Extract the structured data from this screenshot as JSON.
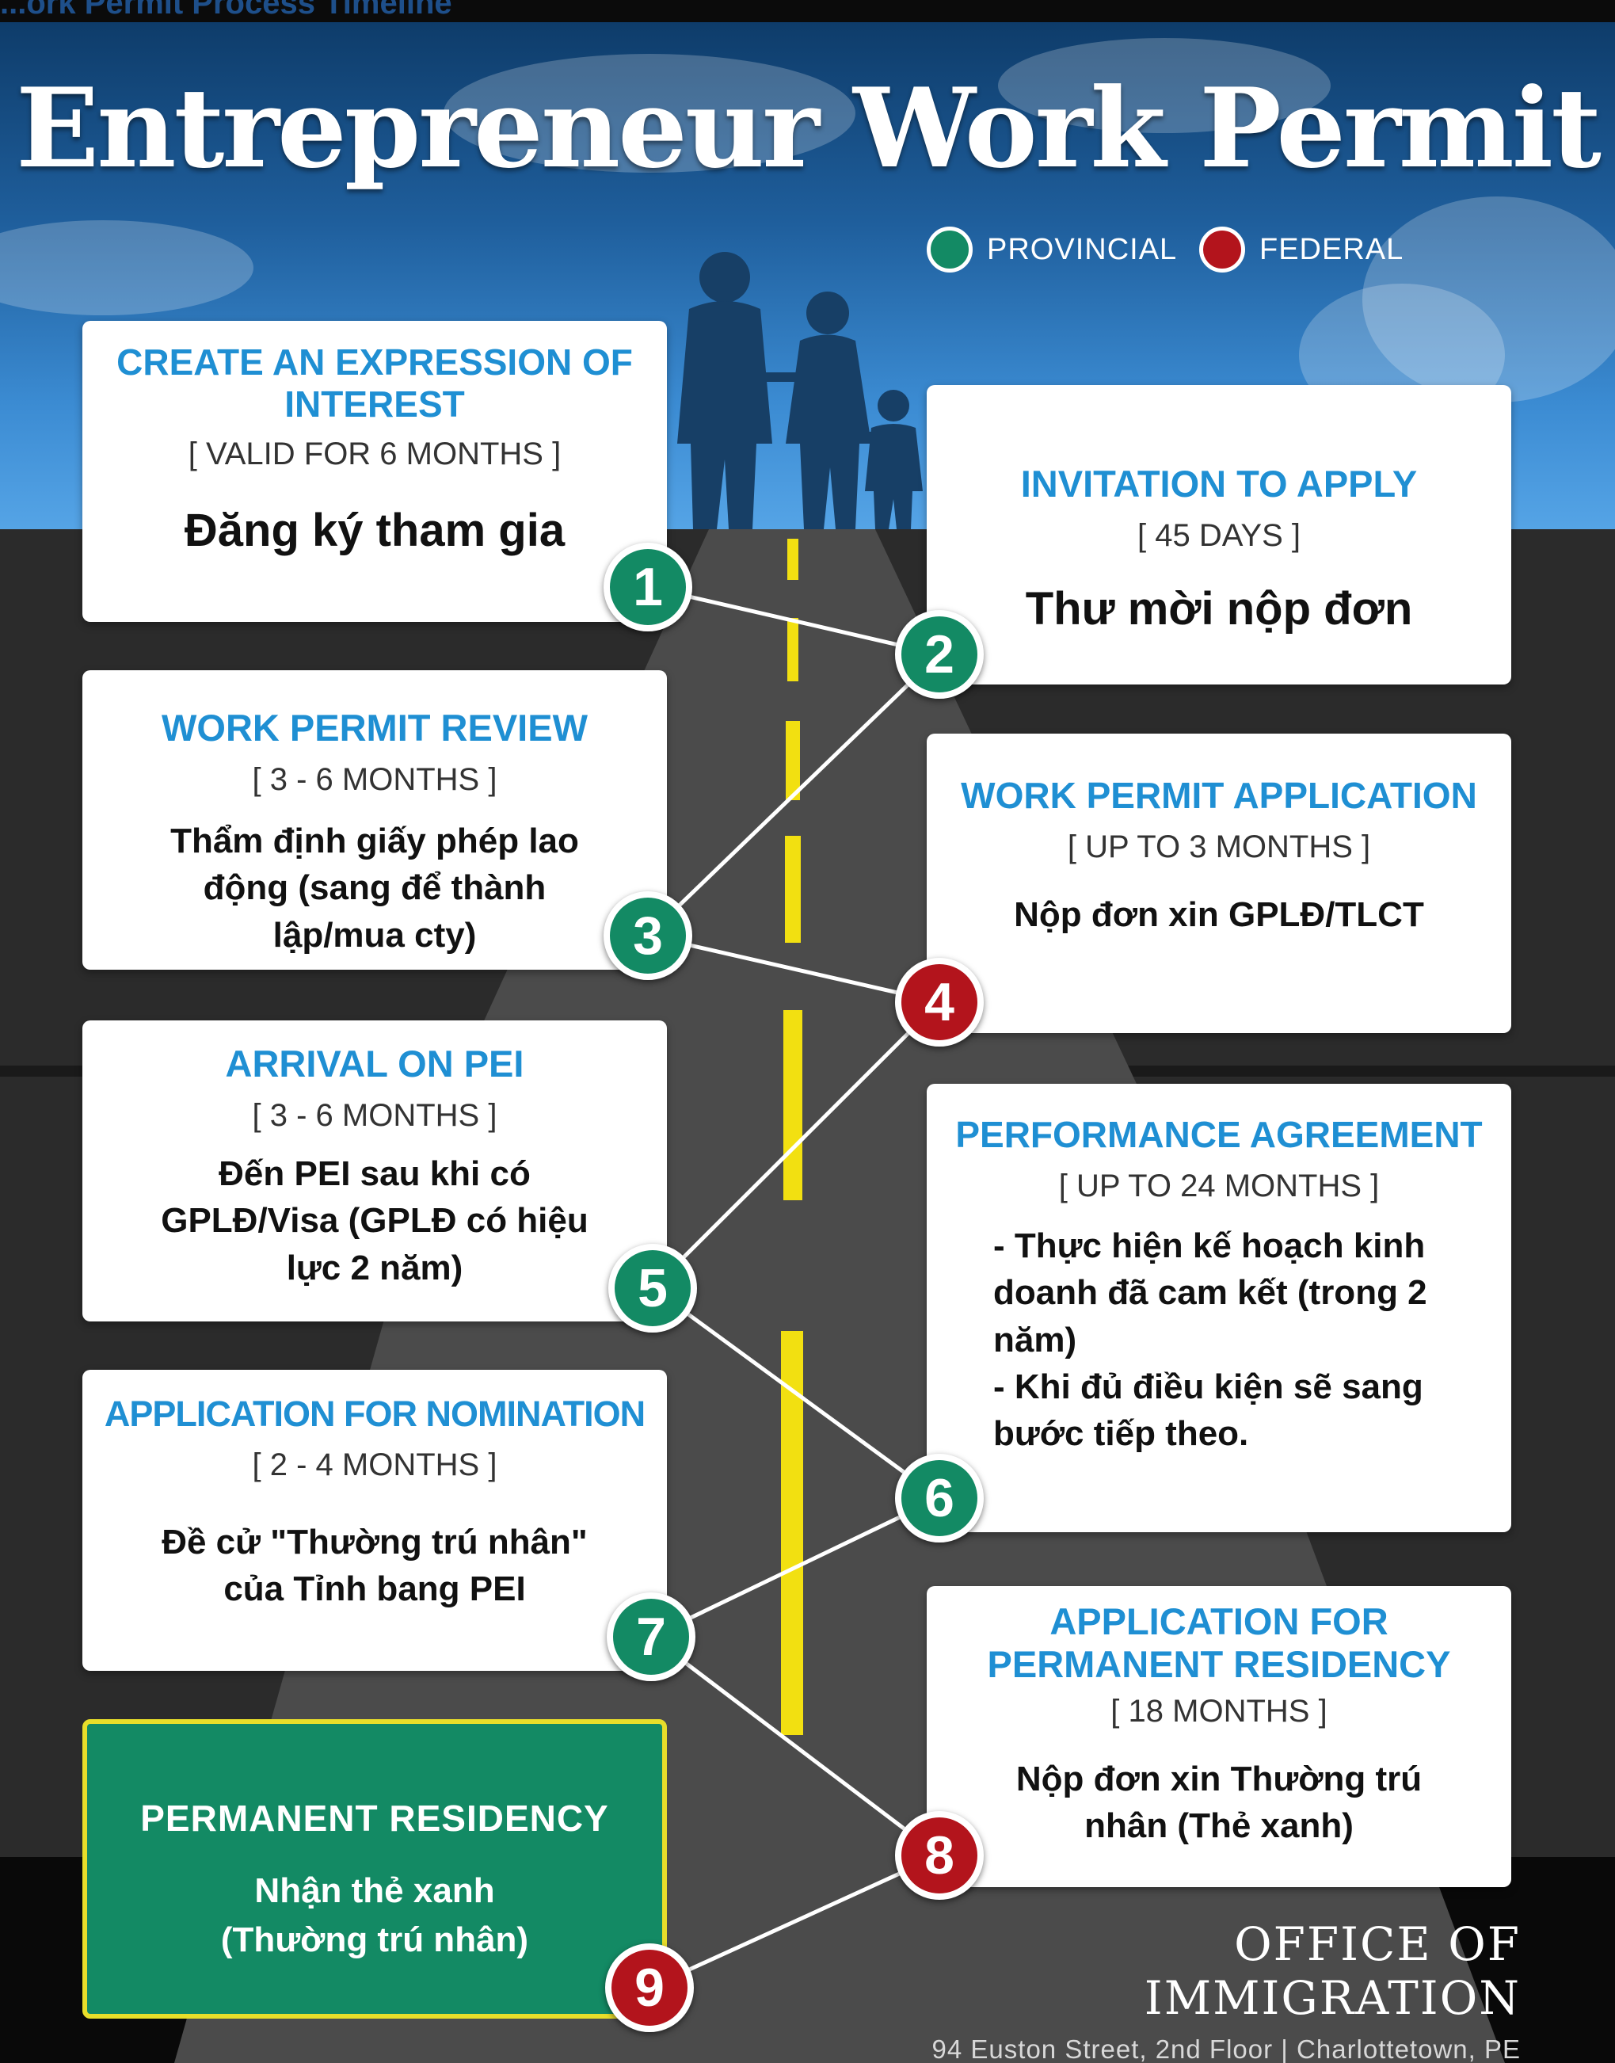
{
  "header_fragment": "...ork Permit Process Timeline",
  "title": "Entrepreneur Work Permit",
  "colors": {
    "provincial": "#138a64",
    "federal": "#b3141c",
    "heading_blue": "#1f8fd3",
    "final_border": "#e8de2a"
  },
  "legend": [
    {
      "label": "PROVINCIAL",
      "color": "#138a64"
    },
    {
      "label": "FEDERAL",
      "color": "#b3141c"
    }
  ],
  "steps": [
    {
      "number": "1",
      "title": "CREATE AN EXPRESSION OF INTEREST",
      "subtitle": "[ VALID FOR 6 MONTHS ]",
      "vietnamese": "Đăng ký tham gia",
      "level": "provincial"
    },
    {
      "number": "2",
      "title": "INVITATION TO APPLY",
      "subtitle": "[ 45 DAYS ]",
      "vietnamese": "Thư mời nộp đơn",
      "level": "provincial"
    },
    {
      "number": "3",
      "title": "WORK PERMIT REVIEW",
      "subtitle": "[ 3 - 6 MONTHS ]",
      "vietnamese": "Thẩm định giấy phép lao động (sang để thành lập/mua cty)",
      "level": "provincial"
    },
    {
      "number": "4",
      "title": "WORK PERMIT APPLICATION",
      "subtitle": "[ UP TO 3 MONTHS ]",
      "vietnamese": "Nộp đơn xin GPLĐ/TLCT",
      "level": "federal"
    },
    {
      "number": "5",
      "title": "ARRIVAL ON PEI",
      "subtitle": "[ 3 - 6 MONTHS ]",
      "vietnamese": "Đến PEI sau khi có GPLĐ/Visa (GPLĐ có hiệu lực 2 năm)",
      "level": "provincial"
    },
    {
      "number": "6",
      "title": "PERFORMANCE AGREEMENT",
      "subtitle": "[ UP TO 24 MONTHS ]",
      "vietnamese": "- Thực hiện kế hoạch kinh doanh đã cam kết (trong 2 năm)\n- Khi đủ điều kiện sẽ sang bước tiếp theo.",
      "level": "provincial"
    },
    {
      "number": "7",
      "title": "APPLICATION FOR NOMINATION",
      "subtitle": "[ 2 - 4 MONTHS ]",
      "vietnamese": "Đề cử \"Thường trú nhân\" của Tỉnh bang PEI",
      "level": "provincial"
    },
    {
      "number": "8",
      "title": "APPLICATION FOR PERMANENT RESIDENCY",
      "subtitle": "[ 18 MONTHS ]",
      "vietnamese": "Nộp đơn xin Thường trú nhân (Thẻ xanh)",
      "level": "federal"
    },
    {
      "number": "9",
      "title": "PERMANENT RESIDENCY",
      "subtitle": "",
      "vietnamese": "Nhận thẻ xanh (Thường trú nhân)",
      "level": "federal"
    }
  ],
  "office": {
    "name": "OFFICE OF IMMIGRATION",
    "address": "94 Euston Street, 2nd Floor | Charlottetown, PE"
  }
}
